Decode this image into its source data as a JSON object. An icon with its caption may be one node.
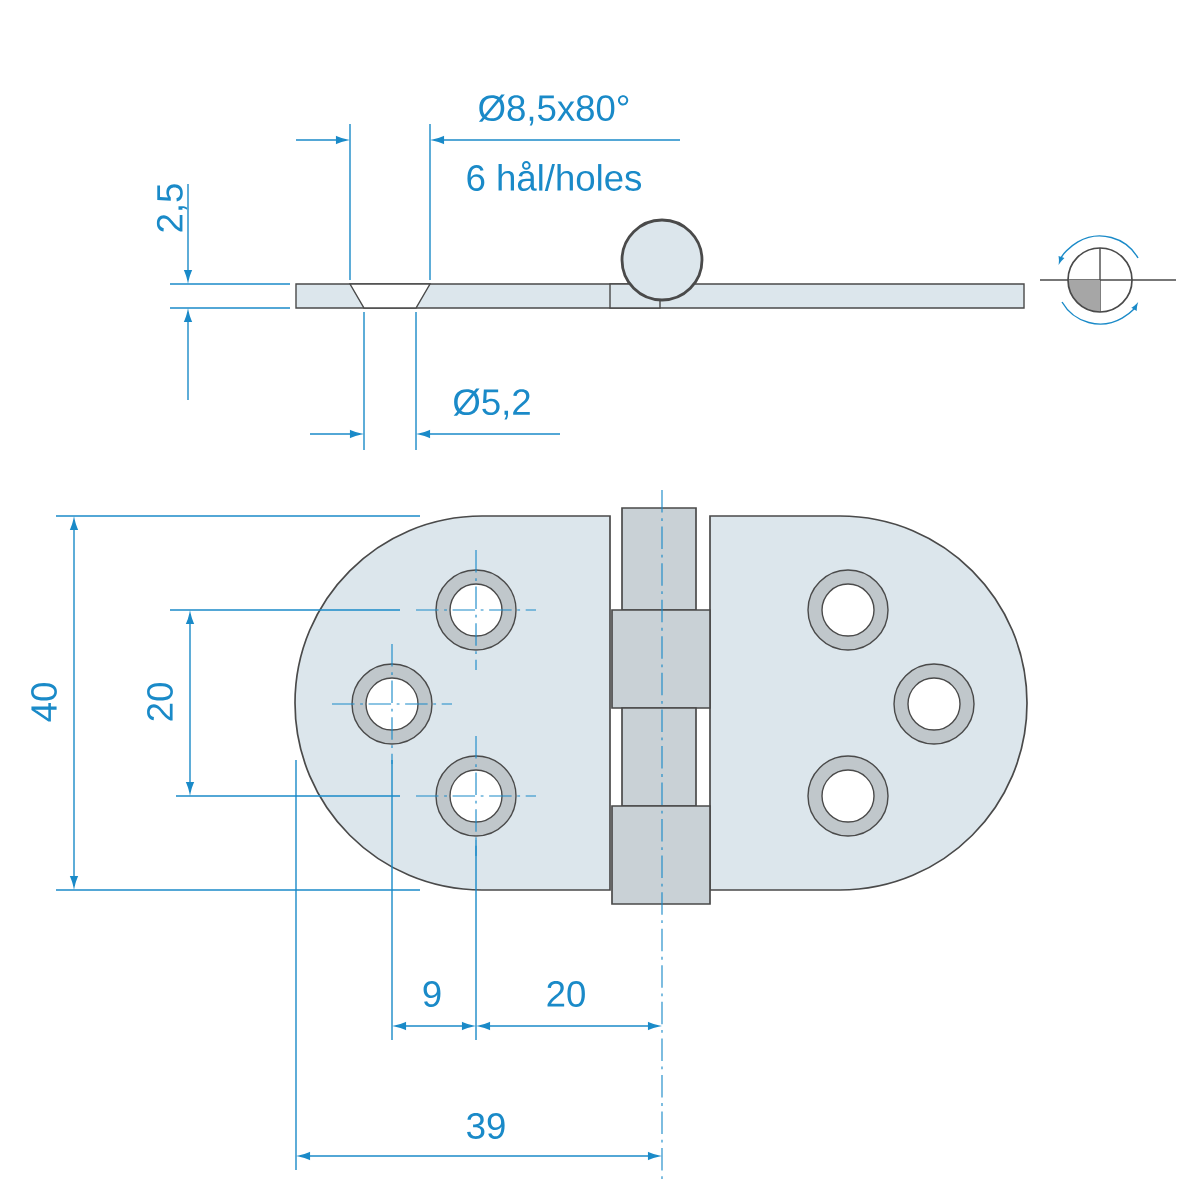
{
  "diagram": {
    "labels": [
      "Ø8,5x80°",
      "6 hål/holes",
      "2,5",
      "Ø5,2",
      "40",
      "20",
      "9",
      "20",
      "39"
    ]
  }
}
